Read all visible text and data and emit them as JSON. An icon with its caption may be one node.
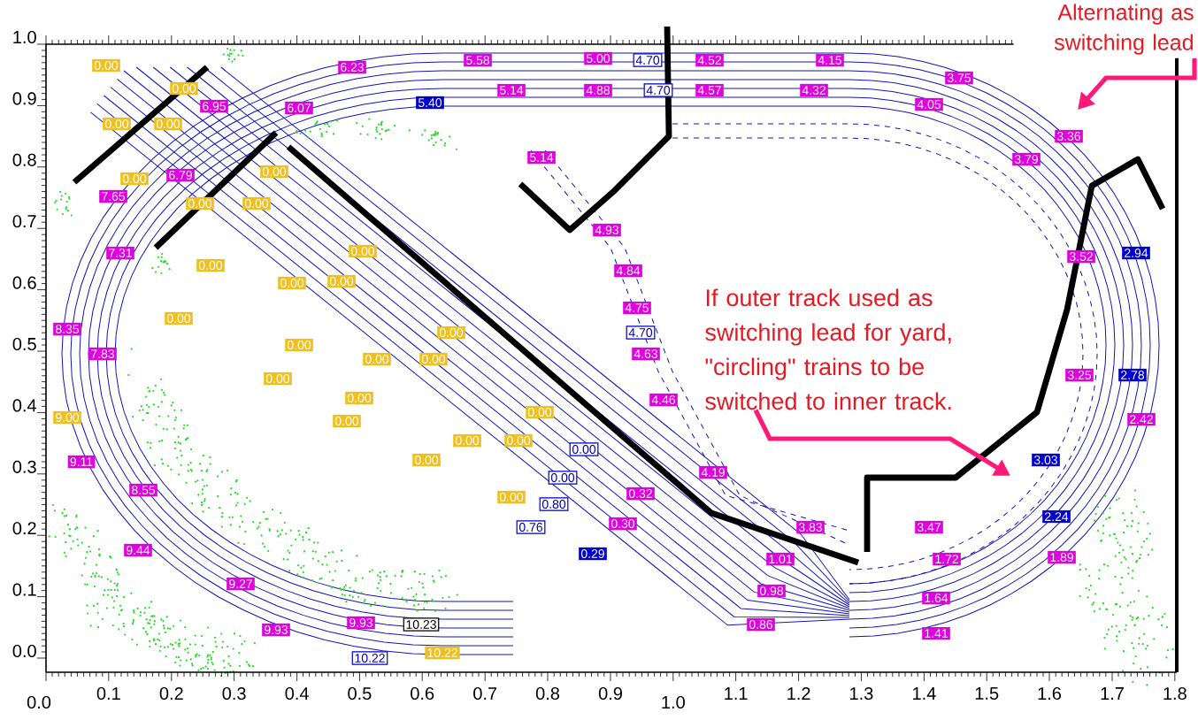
{
  "diagram": {
    "nodes": [
      {
        "text": [
          "Alternating as switching lead"
        ]
      },
      {
        "text": [
          "If outer track used as switching lead for yard, \"circling\" trains to be switched to inner track."
        ]
      }
    ],
    "edges": [
      {
        "from": 0,
        "to": null,
        "arrow": "to"
      },
      {
        "from": 1,
        "to": null,
        "arrow": "to"
      }
    ],
    "labels": [
      "0.00",
      "6.23",
      "5.58",
      "5.00",
      "4.70",
      "4.52",
      "4.15",
      "0.00",
      "5.14",
      "4.88",
      "4.70",
      "4.57",
      "4.32",
      "3.75",
      "6.95",
      "6.07",
      "5.40",
      "4.05",
      "0.00",
      "0.00",
      "3.36",
      "5.14",
      "3.79",
      "0.00",
      "6.79",
      "0.00",
      "7.65",
      "0.00",
      "0.00",
      "4.93",
      "7.31",
      "0.00",
      "0.00",
      "3.52",
      "2.94",
      "0.00",
      "0.00",
      "4.84",
      "0.00",
      "4.75",
      "8.35",
      "0.00",
      "0.00",
      "4.70",
      "7.83",
      "0.00",
      "0.00",
      "4.63",
      "0.00",
      "3.25",
      "2.78",
      "0.00",
      "4.46",
      "9.00",
      "0.00",
      "0.00",
      "2.42",
      "0.00",
      "0.00",
      "9.11",
      "0.00",
      "0.00",
      "4.19",
      "3.03",
      "8.55",
      "0.00",
      "0.00",
      "0.80",
      "0.32",
      "0.76",
      "0.30",
      "3.83",
      "3.47",
      "2.24",
      "9.44",
      "0.29",
      "1.01",
      "1.72",
      "1.89",
      "9.27",
      "0.98",
      "1.64",
      "9.93",
      "9.93",
      "10.23",
      "0.86",
      "1.41",
      "10.22",
      "10.22",
      "1.0",
      "0.9",
      "0.8",
      "0.7",
      "0.6",
      "0.5",
      "0.4",
      "0.3",
      "0.2",
      "0.1",
      "0.0",
      "0.0",
      "0.1",
      "0.2",
      "0.3",
      "0.4",
      "0.5",
      "0.6",
      "0.7",
      "0.8",
      "0.9",
      "1.0",
      "1.1",
      "1.2",
      "1.3",
      "1.4",
      "1.5",
      "1.6",
      "1.7",
      "1.8"
    ]
  }
}
